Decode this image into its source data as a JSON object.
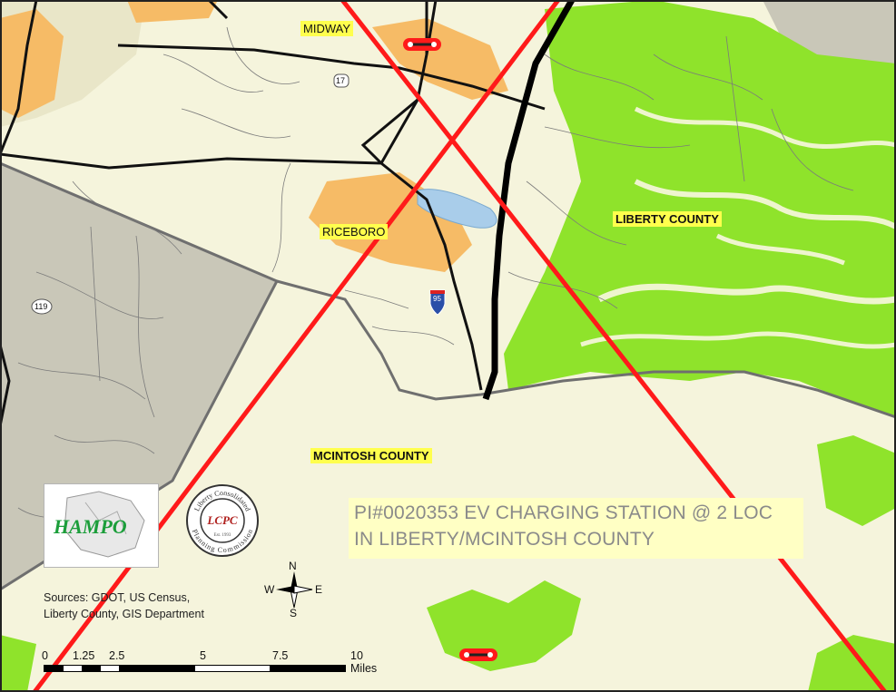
{
  "title": {
    "line1": "PI#0020353 EV CHARGING STATION @ 2 LOC",
    "line2": "IN LIBERTY/MCINTOSH COUNTY"
  },
  "places": {
    "midway": "MIDWAY",
    "riceboro": "RICEBORO"
  },
  "counties": {
    "liberty": "LIBERTY COUNTY",
    "mcintosh": "MCINTOSH COUNTY"
  },
  "highways": {
    "us17": "17",
    "sr119": "119",
    "i95": "95"
  },
  "sources": {
    "line1": "Sources: GDOT, US Census,",
    "line2": "Liberty County, GIS Department"
  },
  "logos": {
    "hampo": "HAMPO",
    "lcpc": "LCPC",
    "lcpc_ring_top": "Liberty Consolidated",
    "lcpc_ring_bottom": "Planning Commission",
    "lcpc_est": "Est. 1993"
  },
  "north_arrow": {
    "n": "N",
    "s": "S",
    "e": "E",
    "w": "W"
  },
  "scale_bar": {
    "ticks": [
      "0",
      "1.25",
      "2.5",
      "5",
      "7.5",
      "10"
    ],
    "unit": "Miles"
  },
  "colors": {
    "land": "#f5f4dc",
    "marsh": "#8fe32b",
    "urban": "#f6bb66",
    "outside": "#c9c7b8",
    "water": "#a9cdea",
    "cross": "#ff1a1a"
  },
  "stations": [
    {
      "name": "station-midway",
      "marker": "red-pill"
    },
    {
      "name": "station-south",
      "marker": "red-pill"
    }
  ]
}
